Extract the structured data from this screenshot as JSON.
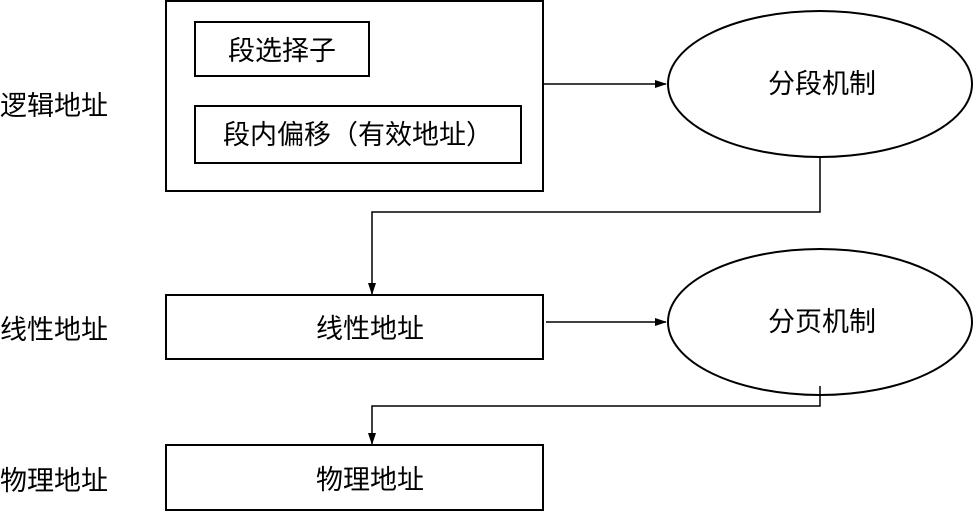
{
  "labels": {
    "logical": "逻辑地址",
    "linear": "线性地址",
    "physical": "物理地址"
  },
  "logical_box": {
    "selector": "段选择子",
    "offset": "段内偏移（有效地址）"
  },
  "segmentation_unit": "分段机制",
  "paging_unit": "分页机制",
  "linear_box": "线性地址",
  "physical_box": "物理地址"
}
